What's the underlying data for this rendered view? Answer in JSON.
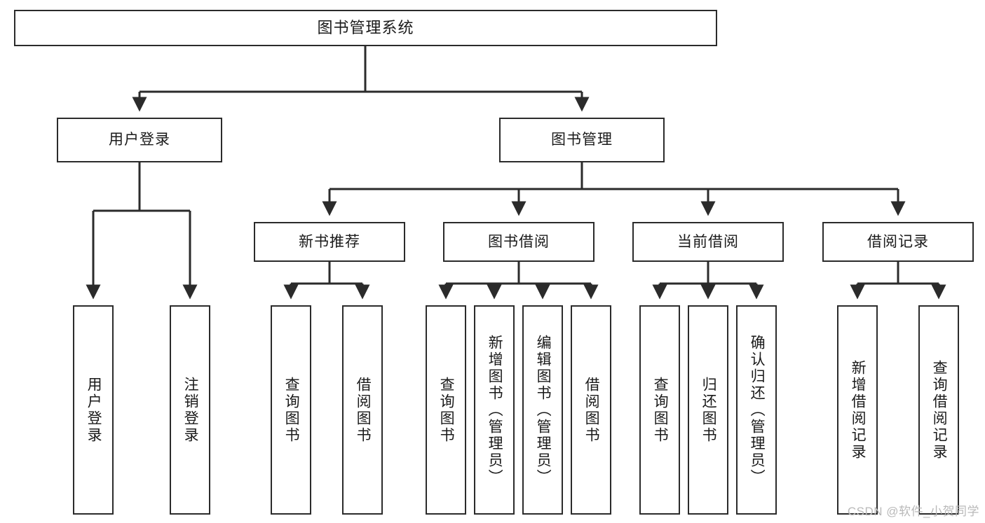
{
  "diagram": {
    "title": "图书管理系统",
    "type": "tree",
    "watermark": "CSDN @软件_小贺同学",
    "colors": {
      "box_border": "#2b2b2b",
      "box_fill": "#ffffff",
      "connector": "#2b2b2b",
      "background": "#ffffff",
      "watermark": "#b9b9b9"
    },
    "levels": {
      "root": [
        "图书管理系统"
      ],
      "level2": [
        "用户登录",
        "图书管理"
      ],
      "level3": [
        "新书推荐",
        "图书借阅",
        "当前借阅",
        "借阅记录"
      ],
      "leaves": [
        "用户登录",
        "注销登录",
        "查询图书",
        "借阅图书",
        "查询图书",
        "新增图书（管理员）",
        "编辑图书（管理员）",
        "借阅图书",
        "查询图书",
        "归还图书",
        "确认归还（管理员）",
        "新增借阅记录",
        "查询借阅记录"
      ]
    },
    "nodes": {
      "root": {
        "label": "图书管理系统"
      },
      "user_login": {
        "label": "用户登录"
      },
      "book_manage": {
        "label": "图书管理"
      },
      "new_book_rec": {
        "label": "新书推荐"
      },
      "book_borrow": {
        "label": "图书借阅"
      },
      "current_borrow": {
        "label": "当前借阅"
      },
      "borrow_record": {
        "label": "借阅记录"
      },
      "leaf_user_login": {
        "label": "用户登录"
      },
      "leaf_logout": {
        "label": "注销登录"
      },
      "leaf_query_book_a": {
        "label": "查询图书"
      },
      "leaf_borrow_book_a": {
        "label": "借阅图书"
      },
      "leaf_query_book_b": {
        "label": "查询图书"
      },
      "leaf_add_book": {
        "label": "新增图书（管理员）"
      },
      "leaf_edit_book": {
        "label": "编辑图书（管理员）"
      },
      "leaf_borrow_book_b": {
        "label": "借阅图书"
      },
      "leaf_query_book_c": {
        "label": "查询图书"
      },
      "leaf_return_book": {
        "label": "归还图书"
      },
      "leaf_confirm_return": {
        "label": "确认归还（管理员）"
      },
      "leaf_add_record": {
        "label": "新增借阅记录"
      },
      "leaf_query_record": {
        "label": "查询借阅记录"
      }
    },
    "edges": [
      {
        "from": "图书管理系统",
        "to": "用户登录"
      },
      {
        "from": "图书管理系统",
        "to": "图书管理"
      },
      {
        "from": "用户登录",
        "to": "用户登录"
      },
      {
        "from": "用户登录",
        "to": "注销登录"
      },
      {
        "from": "图书管理",
        "to": "新书推荐"
      },
      {
        "from": "图书管理",
        "to": "图书借阅"
      },
      {
        "from": "图书管理",
        "to": "当前借阅"
      },
      {
        "from": "图书管理",
        "to": "借阅记录"
      },
      {
        "from": "新书推荐",
        "to": "查询图书"
      },
      {
        "from": "新书推荐",
        "to": "借阅图书"
      },
      {
        "from": "图书借阅",
        "to": "查询图书"
      },
      {
        "from": "图书借阅",
        "to": "新增图书（管理员）"
      },
      {
        "from": "图书借阅",
        "to": "编辑图书（管理员）"
      },
      {
        "from": "图书借阅",
        "to": "借阅图书"
      },
      {
        "from": "当前借阅",
        "to": "查询图书"
      },
      {
        "from": "当前借阅",
        "to": "归还图书"
      },
      {
        "from": "当前借阅",
        "to": "确认归还（管理员）"
      },
      {
        "from": "借阅记录",
        "to": "新增借阅记录"
      },
      {
        "from": "借阅记录",
        "to": "查询借阅记录"
      }
    ]
  }
}
